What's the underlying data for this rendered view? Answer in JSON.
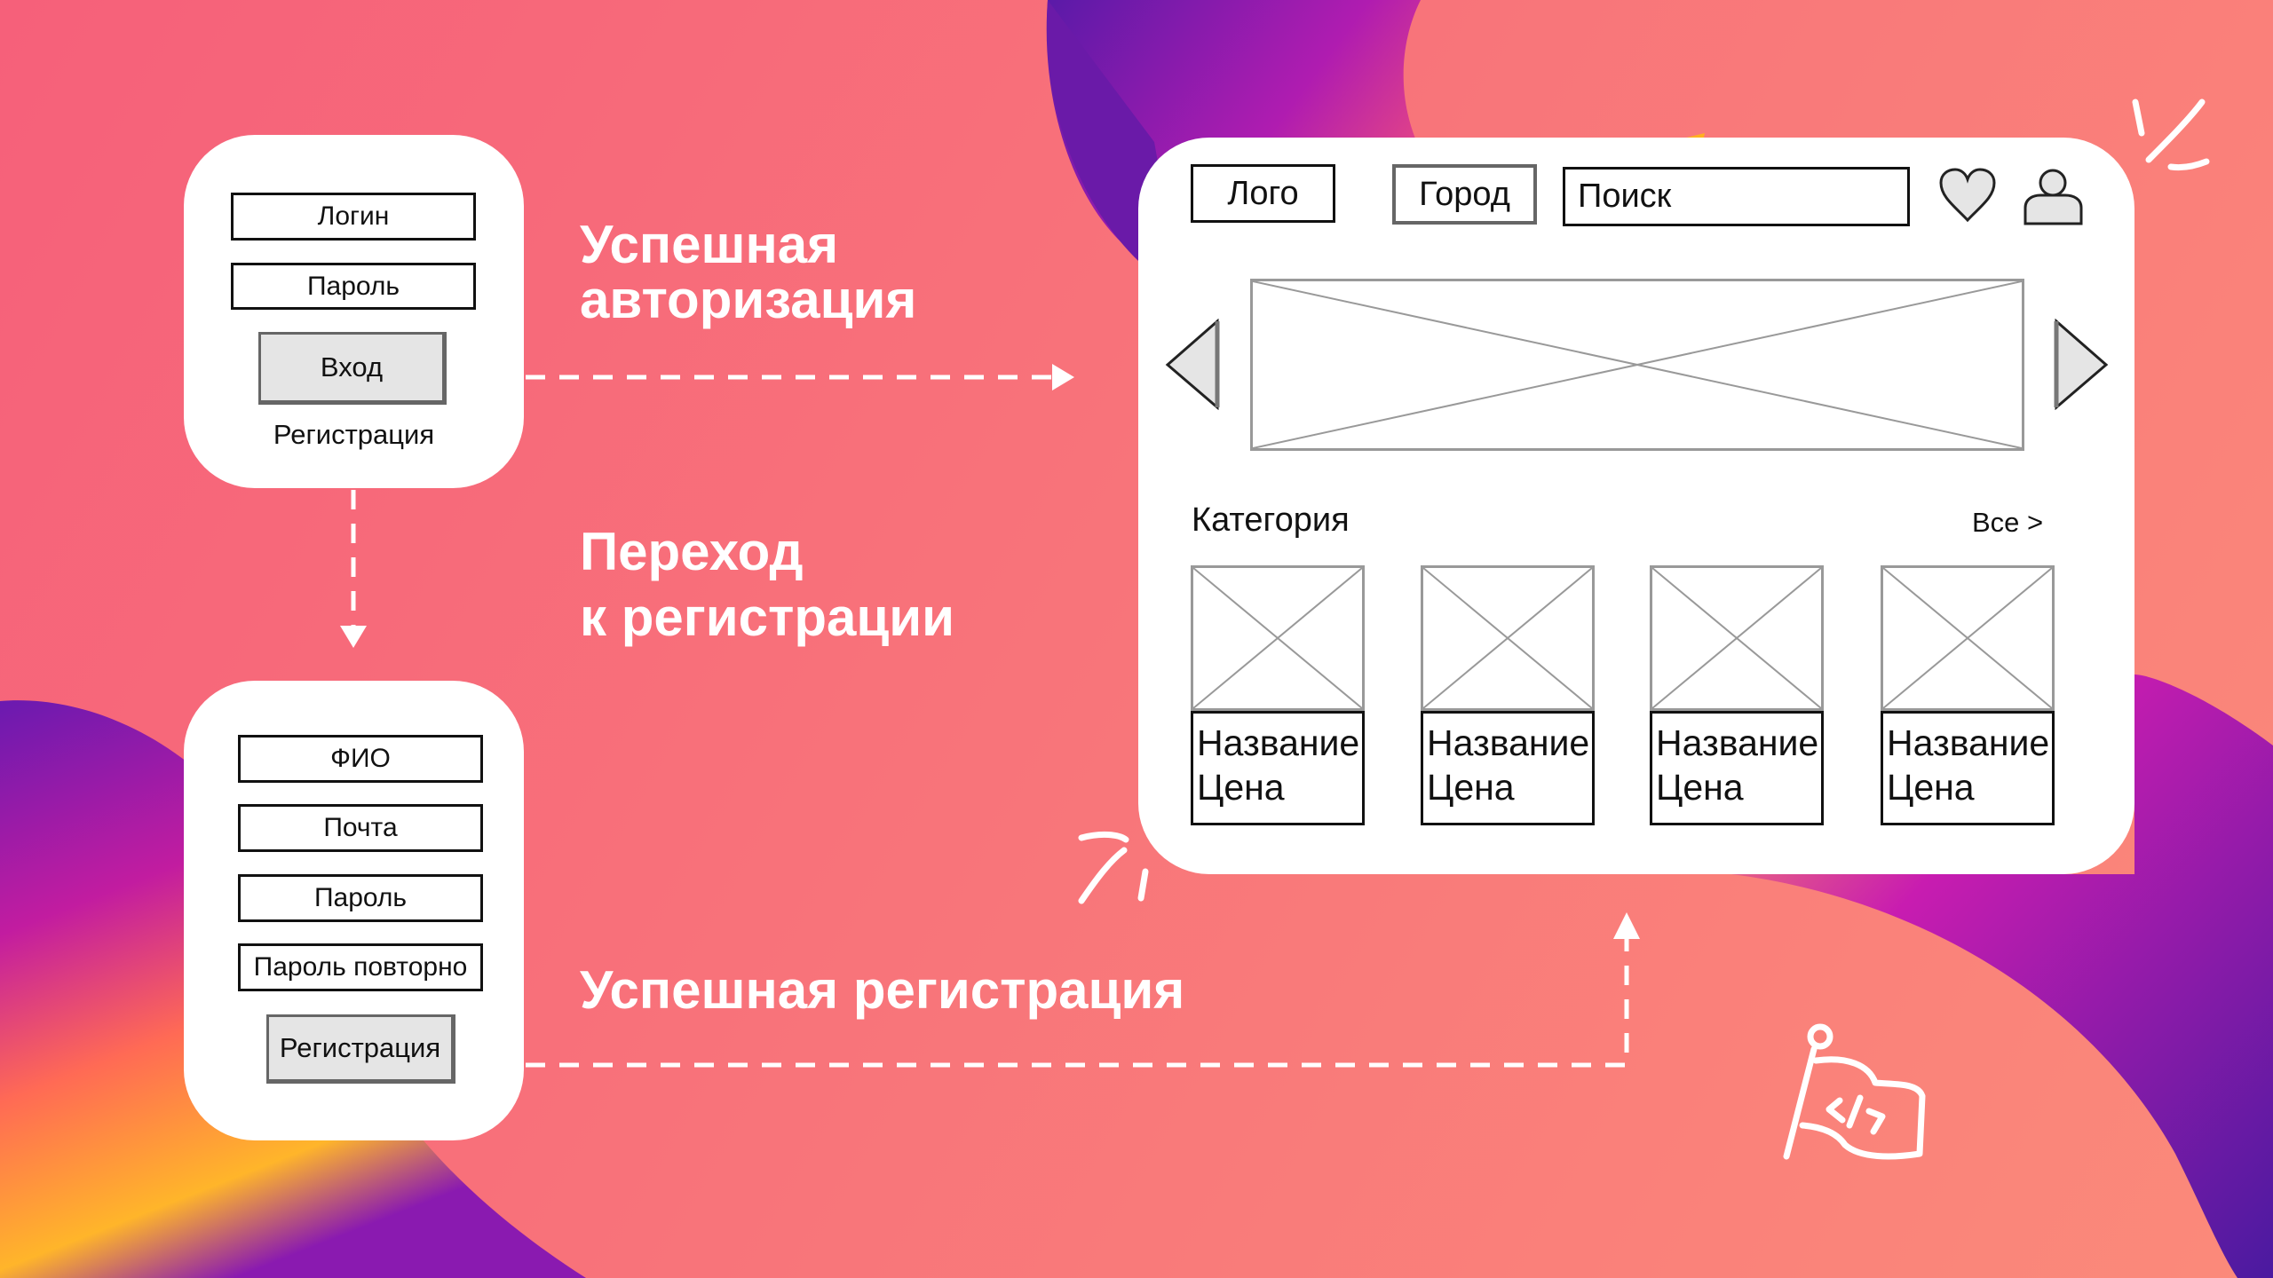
{
  "login_form": {
    "login": "Логин",
    "password": "Пароль",
    "submit": "Вход",
    "register_link": "Регистрация"
  },
  "register_form": {
    "full_name": "ФИО",
    "email": "Почта",
    "password": "Пароль",
    "password_repeat": "Пароль повторно",
    "submit": "Регистрация"
  },
  "arrows": {
    "auth_success": [
      "Успешная",
      "авторизация"
    ],
    "to_register": [
      "Переход",
      "к регистрации"
    ],
    "register_success": "Успешная регистрация"
  },
  "home": {
    "logo": "Лого",
    "city": "Город",
    "search_placeholder": "Поиск",
    "category": "Категория",
    "all_link": "Все >",
    "products": [
      {
        "name": "Название",
        "price": "Цена"
      },
      {
        "name": "Название",
        "price": "Цена"
      },
      {
        "name": "Название",
        "price": "Цена"
      },
      {
        "name": "Название",
        "price": "Цена"
      }
    ]
  },
  "colors": {
    "bg": "#f8737a",
    "purple": "#7a1fb0",
    "orange": "#ffb020"
  }
}
